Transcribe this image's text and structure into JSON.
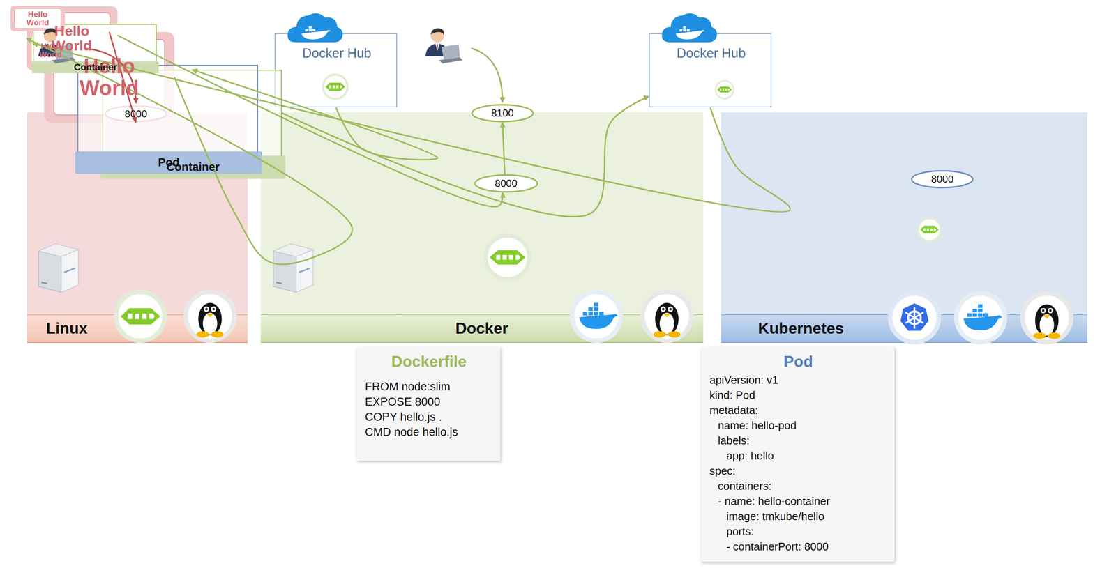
{
  "diagram": {
    "nodes": [
      {
        "text": [
          "Linux"
        ]
      },
      {
        "text": [
          "Hello World"
        ],
        "in": 0
      },
      {
        "text": [
          "8000"
        ]
      },
      {
        "text": [
          "Docker Hub"
        ]
      },
      {
        "text": [
          "Docker"
        ]
      },
      {
        "text": [
          "Container"
        ],
        "in": 4
      },
      {
        "text": [
          "Hello World"
        ],
        "in": 5
      },
      {
        "text": [
          "8000"
        ]
      },
      {
        "text": [
          "8100"
        ]
      },
      {
        "text": [
          "Docker Hub"
        ]
      },
      {
        "text": [
          "Hello World"
        ],
        "in": 9
      },
      {
        "text": [
          "Kubernetes"
        ]
      },
      {
        "text": [
          "Pod"
        ],
        "in": 11
      },
      {
        "text": [
          "8000"
        ]
      },
      {
        "text": [
          "Container"
        ],
        "in": 12
      },
      {
        "text": [
          "Hello World"
        ],
        "in": 14
      },
      {
        "text": [
          "Dockerfile",
          "FROM node:slim",
          "EXPOSE 8000",
          "COPY hello.js .",
          "CMD node hello.js"
        ]
      },
      {
        "text": [
          "Pod",
          "apiVersion: v1",
          "kind: Pod",
          "metadata:",
          "name: hello-pod",
          "labels:",
          "app: hello",
          "spec:",
          "containers:",
          "- name: hello-container",
          "image: tmkube/hello",
          "ports:",
          "- containerPort: 8000"
        ]
      }
    ],
    "edges": [
      {
        "from": 1,
        "to": 2,
        "arrow": "to"
      },
      {
        "from": 1,
        "to": 6,
        "arrow": "to"
      },
      {
        "from": 3,
        "to": 5,
        "arrow": "to"
      },
      {
        "from": 6,
        "to": 7,
        "arrow": "to"
      },
      {
        "from": 7,
        "to": 8,
        "arrow": "to"
      },
      {
        "from": 5,
        "to": 9,
        "arrow": "to"
      },
      {
        "from": 9,
        "to": 14,
        "arrow": "to"
      }
    ]
  }
}
